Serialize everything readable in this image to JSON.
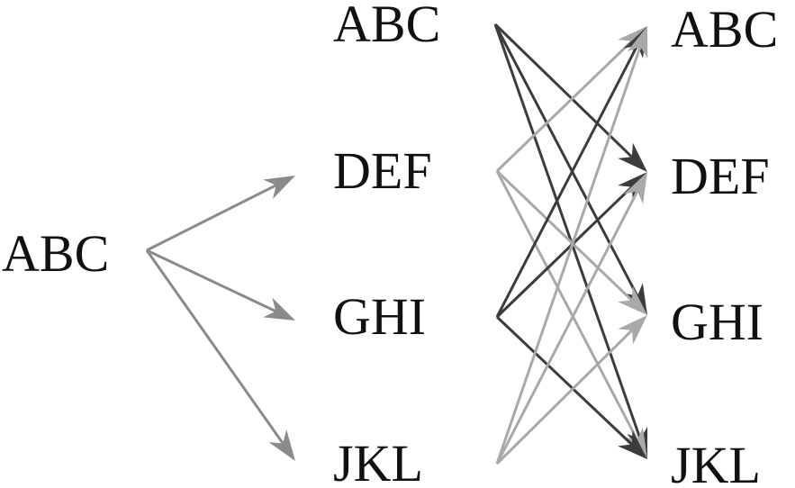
{
  "diagram": {
    "source": {
      "id": "src",
      "label": "ABC"
    },
    "middle": [
      {
        "id": "m0",
        "label": "ABC"
      },
      {
        "id": "m1",
        "label": "DEF"
      },
      {
        "id": "m2",
        "label": "GHI"
      },
      {
        "id": "m3",
        "label": "JKL"
      }
    ],
    "targets": [
      {
        "id": "t0",
        "label": "ABC"
      },
      {
        "id": "t1",
        "label": "DEF"
      },
      {
        "id": "t2",
        "label": "GHI"
      },
      {
        "id": "t3",
        "label": "JKL"
      }
    ],
    "colors": {
      "first_stage": "#8a8a8c",
      "dark": "#3c3c3e",
      "light": "#a9a9ab",
      "text": "#111111"
    },
    "edges": [
      {
        "from": "src",
        "to": "m1",
        "tone": "first_stage"
      },
      {
        "from": "src",
        "to": "m2",
        "tone": "first_stage"
      },
      {
        "from": "src",
        "to": "m3",
        "tone": "first_stage"
      },
      {
        "from": "m0",
        "to": "t1",
        "tone": "dark"
      },
      {
        "from": "m0",
        "to": "t2",
        "tone": "dark"
      },
      {
        "from": "m0",
        "to": "t3",
        "tone": "dark"
      },
      {
        "from": "m1",
        "to": "t0",
        "tone": "light"
      },
      {
        "from": "m1",
        "to": "t2",
        "tone": "light"
      },
      {
        "from": "m1",
        "to": "t3",
        "tone": "light"
      },
      {
        "from": "m2",
        "to": "t0",
        "tone": "dark"
      },
      {
        "from": "m2",
        "to": "t1",
        "tone": "dark"
      },
      {
        "from": "m2",
        "to": "t3",
        "tone": "dark"
      },
      {
        "from": "m3",
        "to": "t0",
        "tone": "light"
      },
      {
        "from": "m3",
        "to": "t1",
        "tone": "light"
      },
      {
        "from": "m3",
        "to": "t2",
        "tone": "light"
      }
    ]
  }
}
